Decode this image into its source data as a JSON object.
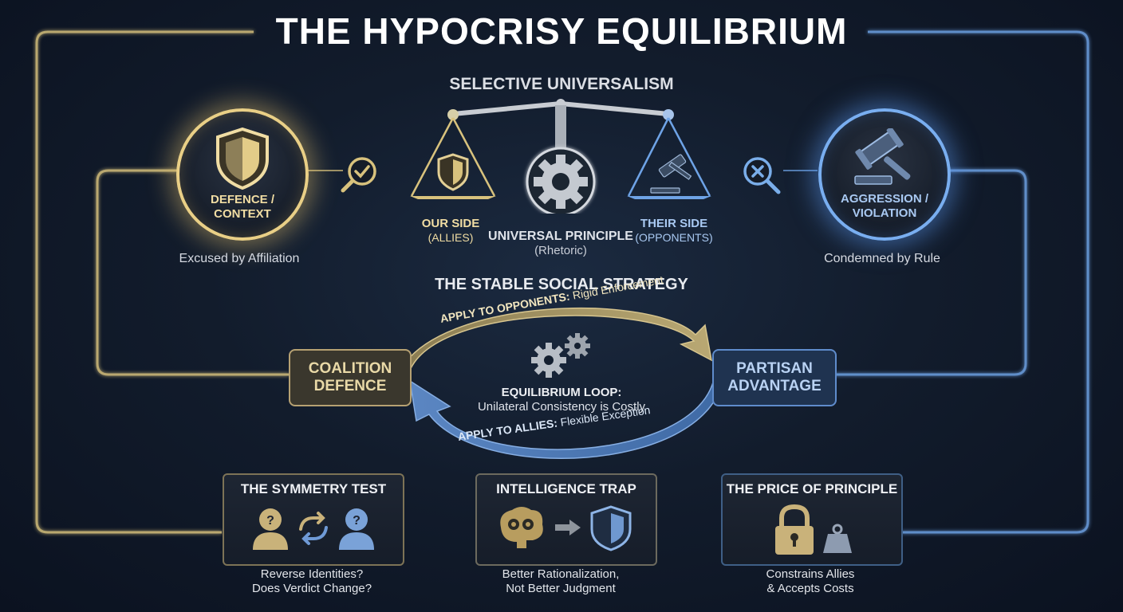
{
  "title": "THE HYPOCRISY EQUILIBRIUM",
  "selective": {
    "heading": "SELECTIVE UNIVERSALISM",
    "our_side": {
      "label": "OUR SIDE",
      "sub": "(ALLIES)"
    },
    "principle": {
      "label": "UNIVERSAL PRINCIPLE",
      "sub": "(Rhetoric)"
    },
    "their_side": {
      "label": "THEIR SIDE",
      "sub": "(OPPONENTS)"
    }
  },
  "left_node": {
    "line1": "DEFENCE /",
    "line2": "CONTEXT",
    "caption": "Excused by Affiliation",
    "icon": "shield-icon",
    "check_icon": "magnifier-check-icon"
  },
  "right_node": {
    "line1": "AGGRESSION /",
    "line2": "VIOLATION",
    "caption": "Condemned by Rule",
    "icon": "gavel-icon",
    "cross_icon": "magnifier-cross-icon"
  },
  "strategy": {
    "heading": "THE STABLE SOCIAL STRATEGY",
    "top_arrow": {
      "bold": "APPLY TO OPPONENTS:",
      "rest": "Rigid Enforcement"
    },
    "bottom_arrow": {
      "bold": "APPLY TO ALLIES:",
      "rest": "Flexible Exception"
    },
    "loop_title": "EQUILIBRIUM LOOP:",
    "loop_sub": "Unilateral Consistency is Costly",
    "coalition": {
      "line1": "COALITION",
      "line2": "DEFENCE"
    },
    "partisan": {
      "line1": "PARTISAN",
      "line2": "ADVANTAGE"
    }
  },
  "cards": [
    {
      "title": "THE SYMMETRY TEST",
      "caption1": "Reverse Identities?",
      "caption2": "Does Verdict Change?",
      "icons": [
        "person-question-icon",
        "swap-arrows-icon",
        "person-question-icon"
      ]
    },
    {
      "title": "INTELLIGENCE TRAP",
      "caption1": "Better Rationalization,",
      "caption2": "Not Better Judgment",
      "icons": [
        "brain-gears-icon",
        "arrow-right-icon",
        "shield-icon"
      ]
    },
    {
      "title": "THE PRICE OF PRINCIPLE",
      "caption1": "Constrains Allies",
      "caption2": "& Accepts Costs",
      "icons": [
        "padlock-icon",
        "weight-icon"
      ]
    }
  ],
  "colors": {
    "gold": "#e9cf86",
    "blue": "#79aef0",
    "background": "#121c2c"
  }
}
